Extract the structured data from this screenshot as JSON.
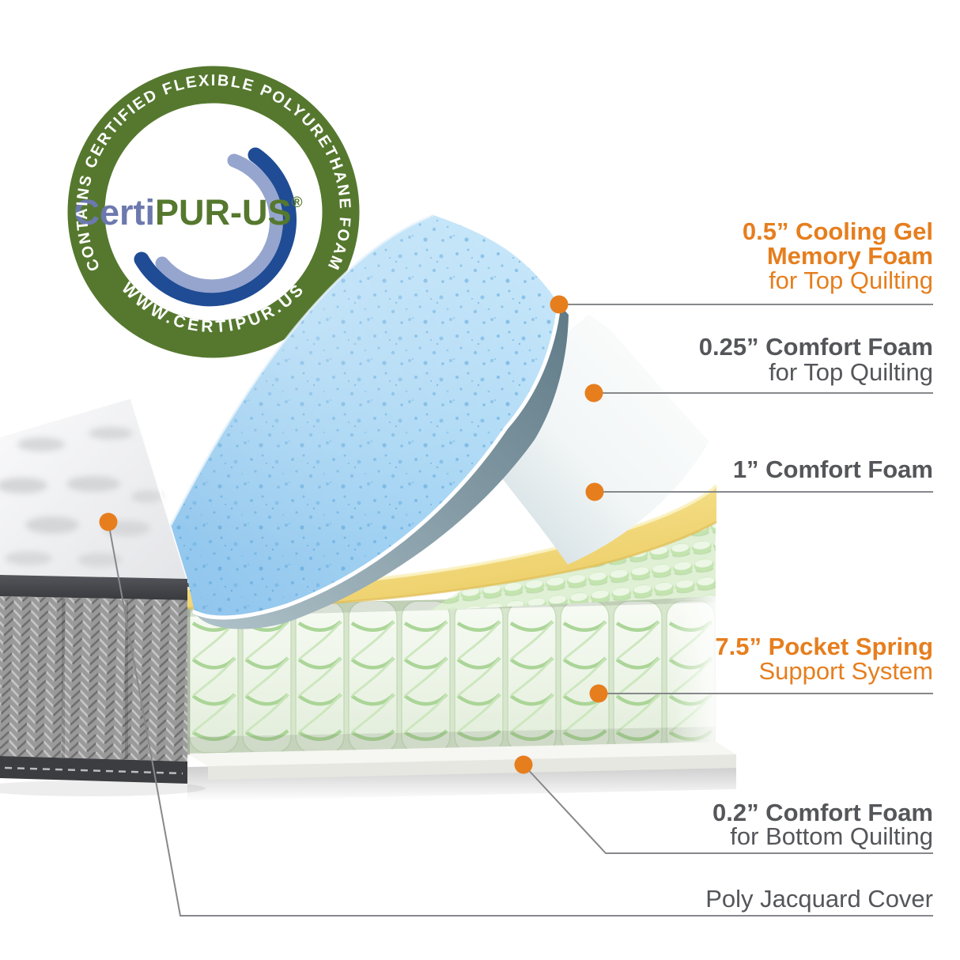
{
  "logo": {
    "arc_top": "CONTAINS CERTIFIED FLEXIBLE POLYURETHANE FOAM",
    "arc_bottom": "WWW.CERTIPUR.US",
    "brand_prefix": "Certi",
    "brand_suffix": "PUR-US",
    "registered_mark": "®",
    "ring_color": "#55782E",
    "brand_blue": "#6C79AE",
    "brand_green": "#55782E",
    "swoosh_navy": "#1F4C94",
    "swoosh_light": "#96A5CE",
    "arc_text_color": "#FFFFFF"
  },
  "colors": {
    "accent_orange": "#E67E1E",
    "label_gray": "#55565A",
    "leader_line": "#87888B",
    "foam_blue": "#A9D7F4",
    "foam_blue_speckle": "#4E9CD8",
    "foam_white": "#FFFFFF",
    "foam_yellow": "#F3DC82",
    "spring_green": "#C9E7B6",
    "pocket_fabric": "#EFF6EA",
    "cover_herringbone": "#9A9A9A",
    "cover_band": "#46474B",
    "quilt_white": "#F4F4F5"
  },
  "callouts": [
    {
      "id": "cooling-gel-memory-foam",
      "color": "orange",
      "line1": "0.5” Cooling Gel",
      "line2": "Memory Foam",
      "line3": "for Top Quilting"
    },
    {
      "id": "comfort-foam-top-quilting",
      "color": "gray",
      "line1": "0.25” Comfort Foam",
      "line2": "for Top Quilting"
    },
    {
      "id": "comfort-foam-1in",
      "color": "gray",
      "line1": "1” Comfort Foam"
    },
    {
      "id": "pocket-spring-support",
      "color": "orange",
      "line1": "7.5” Pocket Spring",
      "line2": "Support System"
    },
    {
      "id": "comfort-foam-bottom-quilting",
      "color": "gray",
      "line1": "0.2” Comfort Foam",
      "line2": "for Bottom Quilting"
    },
    {
      "id": "poly-jacquard-cover",
      "color": "gray",
      "line1": "Poly Jacquard Cover"
    }
  ]
}
